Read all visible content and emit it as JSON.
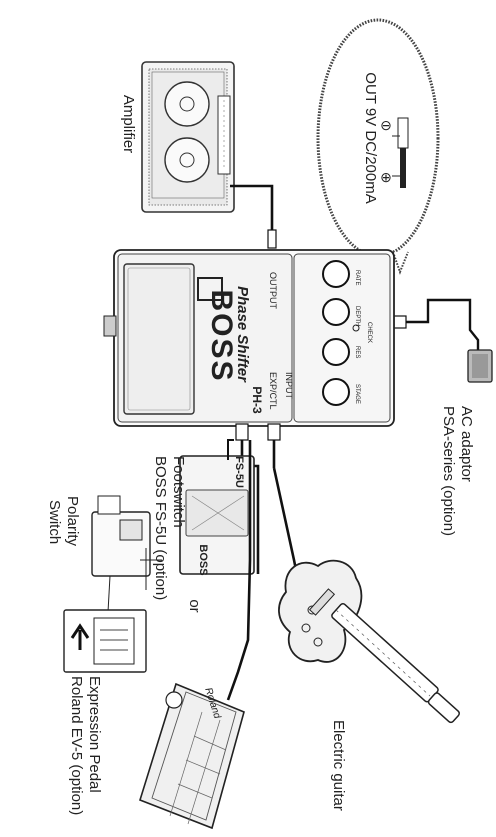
{
  "labels": {
    "amplifier": "Amplifier",
    "power_spec": "OUT 9V DC/200mA",
    "ac_adaptor": "AC adaptor",
    "ac_adaptor_model": "PSA-series (option)",
    "electric_guitar": "Electric guitar",
    "footswitch": "Footswitch",
    "footswitch_model": "BOSS FS-5U (option)",
    "polarity": "Polarity",
    "polarity_switch": "Switch",
    "or": "or",
    "expression_pedal": "Expression Pedal",
    "expression_pedal_model": "Roland EV-5 (option)"
  },
  "pedal": {
    "brand": "BOSS",
    "model_name": "Phase Shifter",
    "model_code": "PH-3",
    "output_jack": "OUTPUT",
    "input_jack": "INPUT",
    "exp_jack": "EXP/CTL",
    "check_led": "CHECK",
    "knob_rate": "RATE",
    "knob_depth": "DEPTH",
    "knob_res": "RES",
    "knob_stage": "STAGE"
  },
  "footswitch_unit": {
    "top_label": "FS-5U",
    "brand": "BOSS"
  },
  "expression_unit": {
    "brand": "Roland"
  },
  "symbols": {
    "minus": "⊖",
    "plus": "⊕"
  }
}
